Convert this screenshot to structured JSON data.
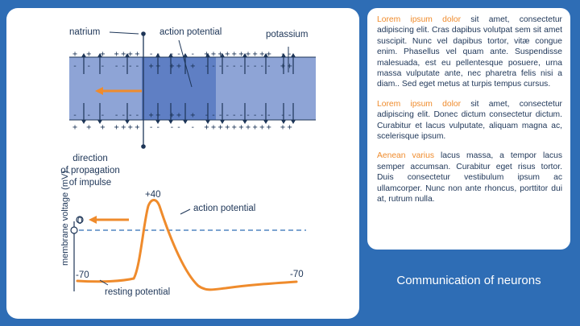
{
  "diagram": {
    "labels": {
      "natrium": "natrium",
      "action_potential_top": "action potential",
      "potassium": "potassium",
      "direction": [
        "direction",
        "of propagation",
        "of impulse"
      ]
    },
    "graph": {
      "y_axis_label": "membrane voltage (mV)",
      "plus40": "+40",
      "zero": "0",
      "minus70_left": "-70",
      "minus70_right": "-70",
      "action_potential_label": "action potential",
      "resting_potential_label": "resting potential"
    },
    "colors": {
      "navy": "#1d3557",
      "membrane_light": "#8ea4d6",
      "membrane_dark": "#5f7fc4",
      "orange": "#ef8b2c"
    }
  },
  "sidebar": {
    "paragraphs": [
      {
        "highlight": "Lorem ipsum dolor",
        "text": " sit amet, consectetur adipiscing elit. Cras dapibus volutpat sem sit amet suscipit. Nunc vel dapibus tortor, vitæ congue enim. Phasellus vel quam ante. Suspendisse malesuada, est eu pellentesque posuere, urna massa vulputate ante, nec pharetra felis nisi a diam.. Sed eget metus at turpis tempus cursus."
      },
      {
        "highlight": "Lorem ipsum dolor",
        "text": " sit amet, consectetur adipiscing elit. Donec dictum consectetur dictum. Curabitur et lacus vulputate, aliquam magna ac, scelerisque ipsum."
      },
      {
        "highlight": "Aenean varius",
        "text": " lacus massa, a tempor lacus semper accumsan. Curabitur eget risus tortor. Duis consectetur vestibulum ipsum ac ullamcorper. Nunc non ante rhoncus, porttitor dui at, rutrum nulla."
      }
    ]
  },
  "footer": {
    "title": "Communication of neurons"
  }
}
